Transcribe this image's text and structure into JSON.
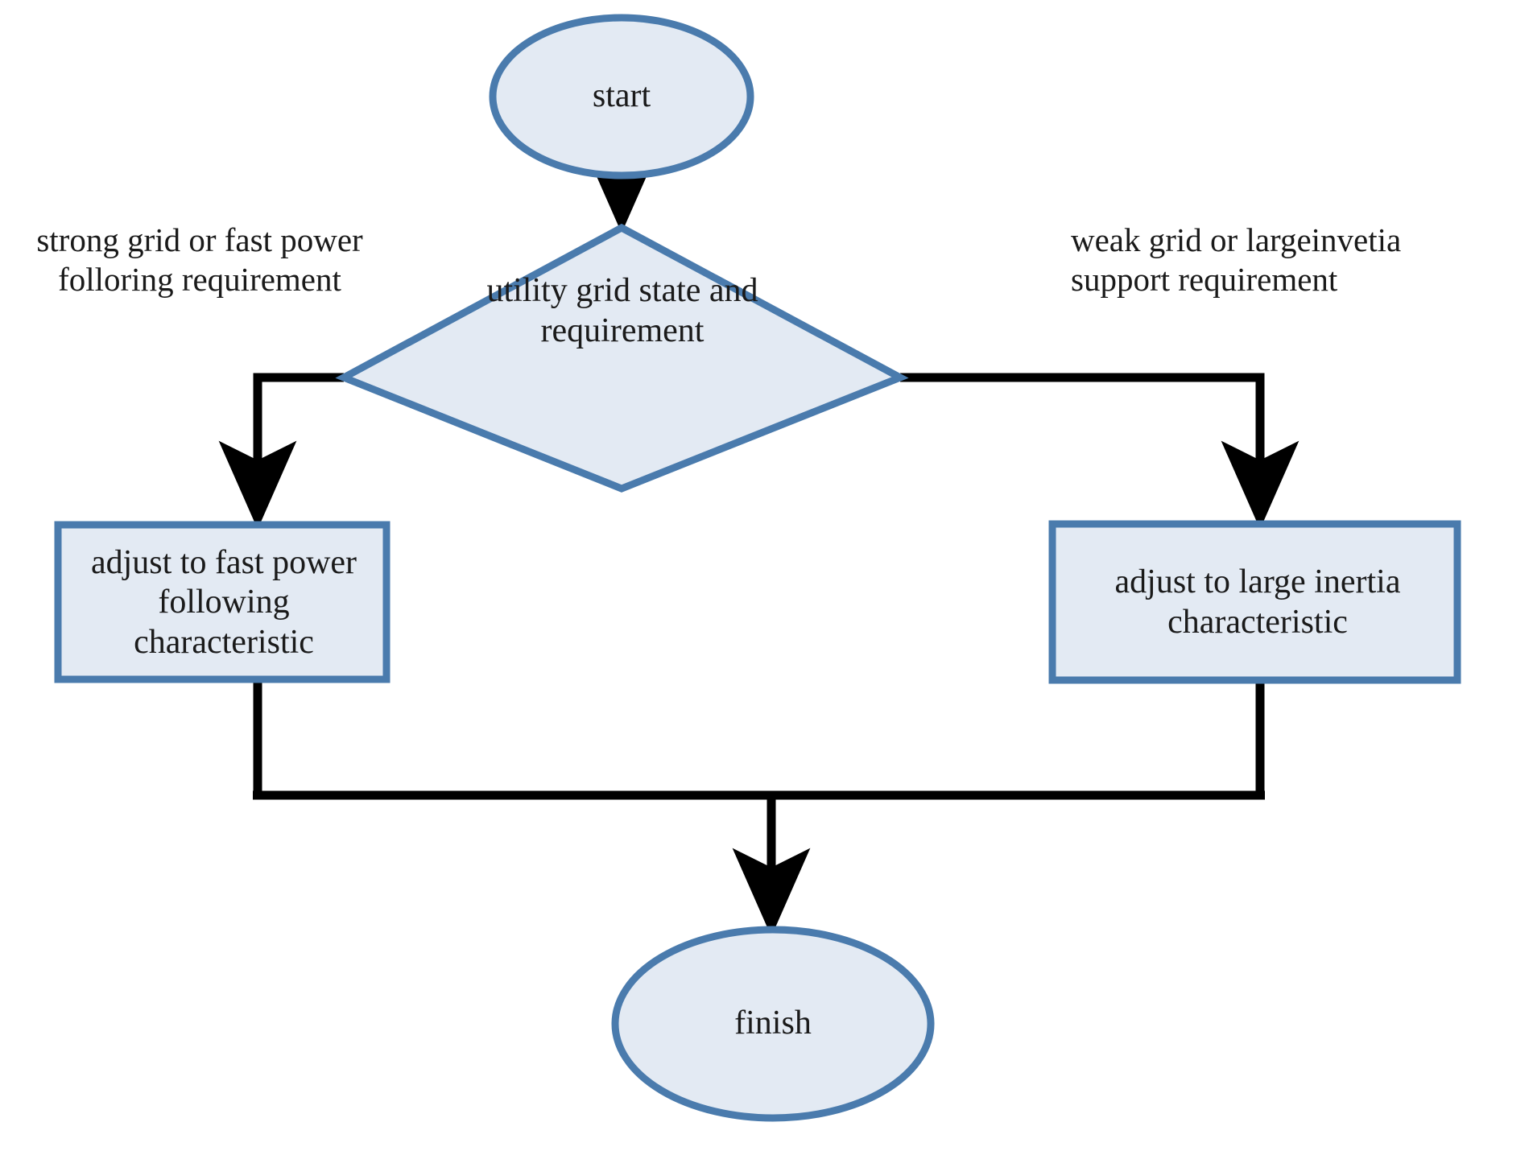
{
  "diagram": {
    "type": "flowchart",
    "title": "",
    "colors": {
      "shape_stroke": "#4a7bad",
      "shape_fill": "#e3eaf3",
      "connector": "#000000",
      "text": "#1a1a1a",
      "background": "#ffffff"
    },
    "nodes": [
      {
        "id": "start",
        "shape": "ellipse",
        "label": "start"
      },
      {
        "id": "decision",
        "shape": "diamond",
        "label": "utility grid state and\nrequirement"
      },
      {
        "id": "left-process",
        "shape": "rectangle",
        "label": "adjust to fast power\nfollowing\ncharacteristic"
      },
      {
        "id": "right-process",
        "shape": "rectangle",
        "label": "adjust to large inertia\ncharacteristic"
      },
      {
        "id": "finish",
        "shape": "ellipse",
        "label": "finish"
      }
    ],
    "edges": [
      {
        "from": "start",
        "to": "decision",
        "label": ""
      },
      {
        "from": "decision",
        "to": "left-process",
        "label": "strong grid or fast power\nfolloring requirement"
      },
      {
        "from": "decision",
        "to": "right-process",
        "label": "weak grid or largeinvetia\nsupport requirement"
      },
      {
        "from": "left-process",
        "to": "finish",
        "label": ""
      },
      {
        "from": "right-process",
        "to": "finish",
        "label": ""
      }
    ]
  }
}
